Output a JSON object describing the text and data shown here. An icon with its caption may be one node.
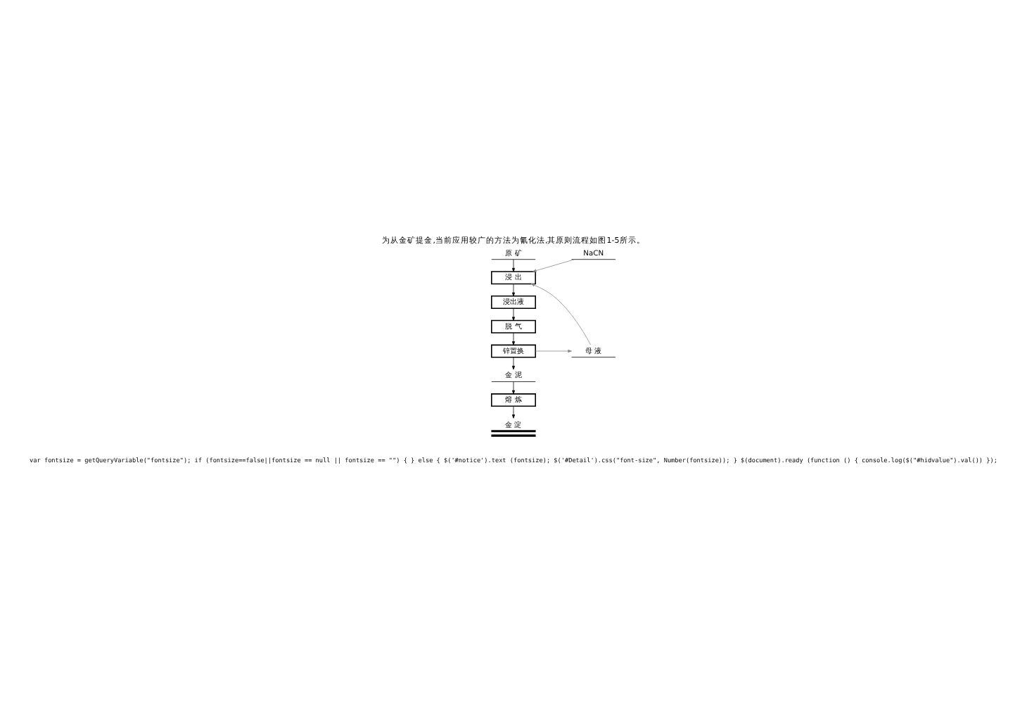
{
  "diagram": {
    "title": "为从金矿提金,当前应用较广的方法为氰化法,其原则流程如图1-5所示。",
    "nodes": [
      {
        "text": [
          "原 矿"
        ]
      },
      {
        "text": [
          "浸 出"
        ]
      },
      {
        "text": [
          "浸出液"
        ]
      },
      {
        "text": [
          "脱 气"
        ]
      },
      {
        "text": [
          "锌置换"
        ]
      },
      {
        "text": [
          "金 泥"
        ]
      },
      {
        "text": [
          "熔 炼"
        ]
      },
      {
        "text": [
          "金 淀"
        ]
      },
      {
        "text": [
          "NaCN"
        ]
      },
      {
        "text": [
          "母 液"
        ]
      }
    ],
    "edges": [
      {
        "from": 0,
        "to": 1,
        "arrow": "to"
      },
      {
        "from": 1,
        "to": 2,
        "arrow": "to"
      },
      {
        "from": 2,
        "to": 3,
        "arrow": "to"
      },
      {
        "from": 3,
        "to": 4,
        "arrow": "to"
      },
      {
        "from": 4,
        "to": 5,
        "arrow": "to"
      },
      {
        "from": 5,
        "to": 6,
        "arrow": "to"
      },
      {
        "from": 6,
        "to": 7,
        "arrow": "to"
      },
      {
        "from": 4,
        "to": 9,
        "arrow": "to",
        "color": "#888888"
      },
      {
        "from": 8,
        "to": 1,
        "arrow": "to",
        "color": "#888888"
      },
      {
        "from": 9,
        "to": 1,
        "arrow": "to",
        "color": "#888888"
      }
    ],
    "labels": [
      "var fontsize = getQueryVariable(\"fontsize\"); if (fontsize==false||fontsize == null || fontsize == \"\") { } else { $('#notice').text (fontsize); $('#Detail').css(\"font-size\", Number(fontsize)); } $(document).ready (function () { console.log($(\"#hidvalue\").val()) });"
    ]
  }
}
